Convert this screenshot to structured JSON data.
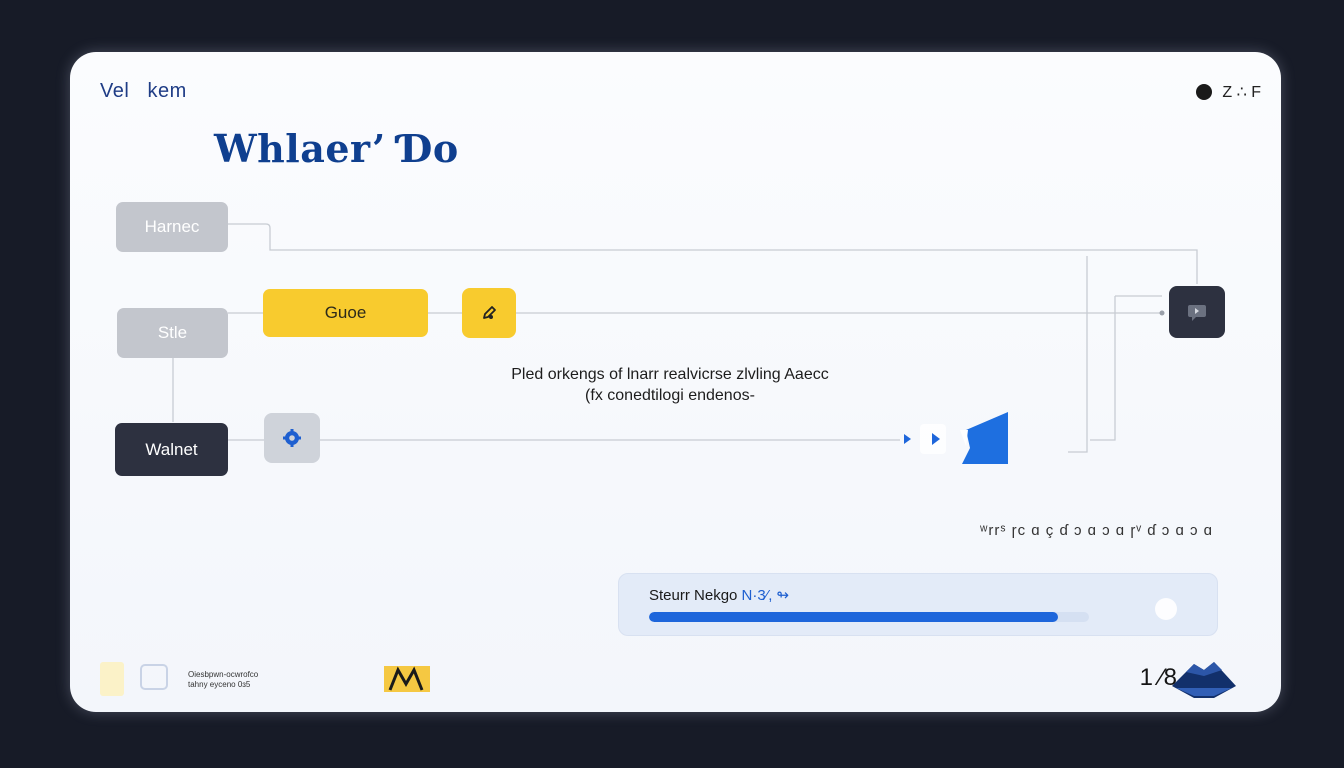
{
  "header": {
    "brand": "Vel   kem",
    "right_label": "Z ∴ F",
    "title": "Whlaer’ Ɗo"
  },
  "nodes": {
    "harnec": "Harnec",
    "stle": "Stle",
    "walnet": "Walnet",
    "guoe": "Guoe"
  },
  "center_text": {
    "line1": "Pled orkengs of lnarr realvicrse zlvling Aaecc",
    "line2": "(fx conedtilogi endenos-"
  },
  "scribble": "ʷrrˢ ɼc ɑ ç ɗ ɔ ɑ ɔ ɑ ɼᵛ ɗ ɔ ɑ ɔ ɑ",
  "progress": {
    "label": "Steurr Nekgo",
    "accent": "N·3⁄, ↬",
    "fraction": 0.93
  },
  "footer": {
    "small_line1": "Oiesbpwn-ocwrofco",
    "small_line2": "tahny eyceno 0ɜ5",
    "page_number": "1 ⁄8"
  },
  "colors": {
    "accent_blue": "#1e66db",
    "title_blue": "#0f3f8f",
    "yellow": "#f8cb2e",
    "dark_node": "#2d3140",
    "gray_node": "#c3c6cd"
  },
  "icons": [
    "dot-icon",
    "pen-icon",
    "chat-bubble-icon",
    "gear-icon",
    "play-icon",
    "flag-icon",
    "mountain-icon"
  ]
}
